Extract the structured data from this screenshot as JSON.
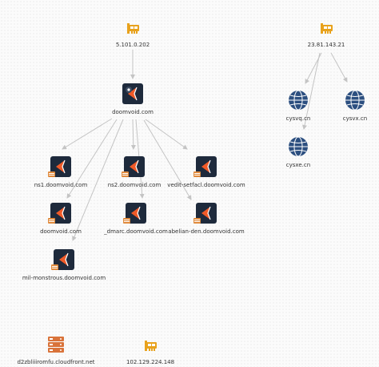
{
  "nodes": {
    "ip_top_left": {
      "label": "5.101.0.202",
      "icon": "network-card-icon"
    },
    "ip_top_right": {
      "label": "23.81.143.21",
      "icon": "network-card-icon"
    },
    "domain_root": {
      "label": "doomvoid.com",
      "icon": "domain-icon"
    },
    "ns1": {
      "label": "ns1.doomvoid.com",
      "icon": "domain-icon"
    },
    "ns2": {
      "label": "ns2.doomvoid.com",
      "icon": "domain-icon"
    },
    "vedit": {
      "label": "vedit-setfacl.doomvoid.com",
      "icon": "domain-icon"
    },
    "doomvoid2": {
      "label": "doomvoid.com",
      "icon": "domain-icon"
    },
    "dmarc": {
      "label": "_dmarc.doomvoid.com",
      "icon": "domain-icon"
    },
    "abelian": {
      "label": "abelian-den.doomvoid.com",
      "icon": "domain-icon"
    },
    "milmonstrous": {
      "label": "mil-monstrous.doomvoid.com",
      "icon": "domain-icon"
    },
    "cysvq": {
      "label": "cysvq.cn",
      "icon": "globe-icon"
    },
    "cysvx": {
      "label": "cysvx.cn",
      "icon": "globe-icon"
    },
    "cysxe": {
      "label": "cysxe.cn",
      "icon": "globe-icon"
    },
    "cloudfront": {
      "label": "d2zbliiiromfu.cloudfront.net",
      "icon": "dns-server-icon"
    },
    "ip_bottom": {
      "label": "102.129.224.148",
      "icon": "network-card-icon"
    }
  },
  "colors": {
    "ip_icon": "#e8a21d",
    "domain_bg": "#1e2a3c",
    "domain_accent": "#f05a28",
    "globe": "#2c4f80",
    "dns": "#d9733a",
    "edge": "#c4c4c4"
  }
}
